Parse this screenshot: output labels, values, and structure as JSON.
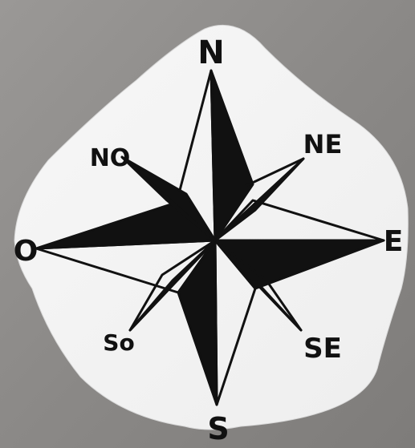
{
  "photo": {
    "colors": {
      "background_wall": "#8f8d8b",
      "paper": "#f4f4f4",
      "ink": "#111111"
    }
  },
  "compass": {
    "labels": {
      "north": "N",
      "northeast": "NE",
      "east": "E",
      "southeast": "SE",
      "south": "S",
      "southwest": "So",
      "west": "O",
      "northwest": "NO"
    }
  }
}
